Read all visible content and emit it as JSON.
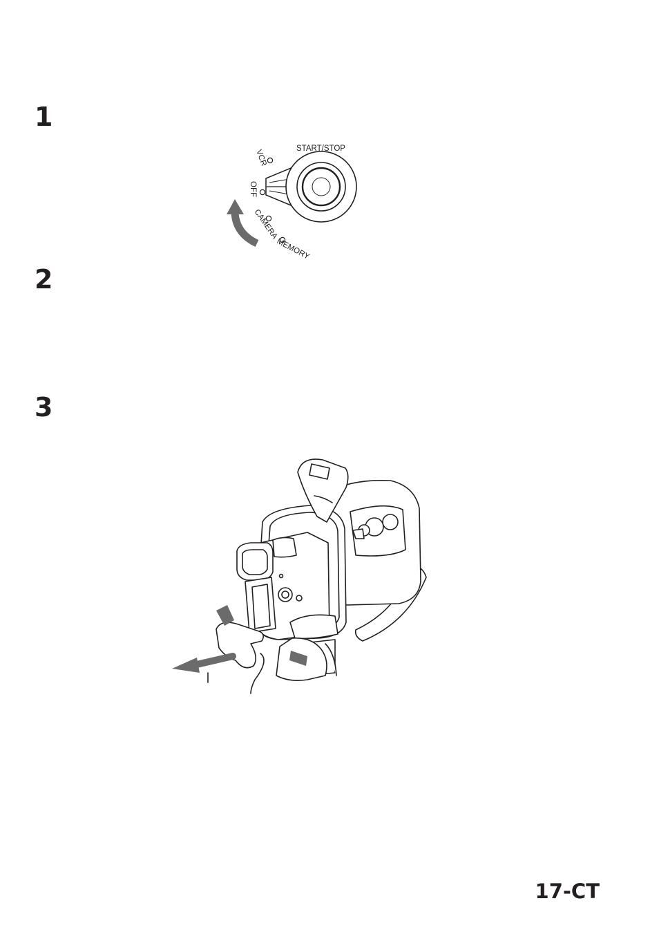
{
  "steps": [
    {
      "number": "1"
    },
    {
      "number": "2"
    },
    {
      "number": "3"
    }
  ],
  "dial": {
    "start_stop_label": "START/STOP",
    "positions": [
      "VCR",
      "OFF",
      "CAMERA",
      "MEMORY"
    ]
  },
  "page_number": "17-CT",
  "icons": [
    "power-dial-diagram",
    "turn-arrow-icon",
    "camcorder-housing-illustration",
    "pull-arrow-icon"
  ]
}
